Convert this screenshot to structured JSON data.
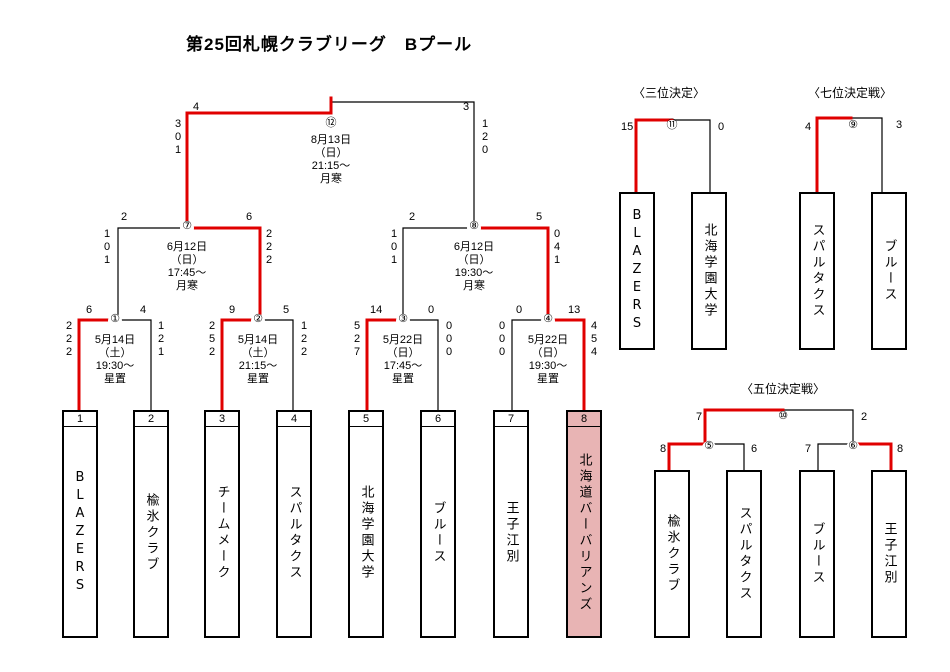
{
  "title": "第25回札幌クラブリーグ　Bプール",
  "headings": {
    "third": "〈三位決定〉",
    "seventh": "〈七位決定戦〉",
    "fifth": "〈五位決定戦〉"
  },
  "teams": [
    {
      "num": "1",
      "name": "BLAZERS"
    },
    {
      "num": "2",
      "name": "楡氷クラブ"
    },
    {
      "num": "3",
      "name": "チームメーク"
    },
    {
      "num": "4",
      "name": "スパルタクス"
    },
    {
      "num": "5",
      "name": "北海学園大学"
    },
    {
      "num": "6",
      "name": "ブルース"
    },
    {
      "num": "7",
      "name": "王子江別"
    },
    {
      "num": "8",
      "name": "北海道バーバリアンズ"
    }
  ],
  "matches": {
    "m1": {
      "id": "①",
      "date": "5月14日",
      "dow": "（土）",
      "time": "19:30～",
      "venue": "星置",
      "left": "6",
      "right": "4",
      "lsets": [
        "2",
        "2",
        "2"
      ],
      "rsets": [
        "1",
        "2",
        "1"
      ]
    },
    "m2": {
      "id": "②",
      "date": "5月14日",
      "dow": "（土）",
      "time": "21:15～",
      "venue": "星置",
      "left": "9",
      "right": "5",
      "lsets": [
        "2",
        "5",
        "2"
      ],
      "rsets": [
        "1",
        "2",
        "2"
      ]
    },
    "m3": {
      "id": "③",
      "date": "5月22日",
      "dow": "（日）",
      "time": "17:45～",
      "venue": "星置",
      "left": "14",
      "right": "0",
      "lsets": [
        "5",
        "2",
        "7"
      ],
      "rsets": [
        "0",
        "0",
        "0"
      ]
    },
    "m4": {
      "id": "④",
      "date": "5月22日",
      "dow": "（日）",
      "time": "19:30～",
      "venue": "星置",
      "left": "0",
      "right": "13",
      "lsets": [
        "0",
        "0",
        "0"
      ],
      "rsets": [
        "4",
        "5",
        "4"
      ]
    },
    "m7": {
      "id": "⑦",
      "date": "6月12日",
      "dow": "（日）",
      "time": "17:45～",
      "venue": "月寒",
      "left": "2",
      "right": "6",
      "lsets": [
        "1",
        "0",
        "1"
      ],
      "rsets": [
        "2",
        "2",
        "2"
      ]
    },
    "m8": {
      "id": "⑧",
      "date": "6月12日",
      "dow": "（日）",
      "time": "19:30～",
      "venue": "月寒",
      "left": "2",
      "right": "5",
      "lsets": [
        "1",
        "0",
        "1"
      ],
      "rsets": [
        "0",
        "4",
        "1"
      ]
    },
    "m12": {
      "id": "⑫",
      "date": "8月13日",
      "dow": "（日）",
      "time": "21:15～",
      "venue": "月寒",
      "left": "4",
      "right": "3",
      "lsets": [
        "3",
        "0",
        "1"
      ],
      "rsets": [
        "1",
        "2",
        "0"
      ]
    },
    "m11": {
      "id": "⑪",
      "left": "15",
      "right": "0"
    },
    "m9": {
      "id": "⑨",
      "left": "4",
      "right": "3"
    },
    "m10": {
      "id": "⑩",
      "left": "7",
      "right": "2"
    },
    "m5": {
      "id": "⑤",
      "left": "8",
      "right": "6"
    },
    "m6": {
      "id": "⑥",
      "left": "7",
      "right": "8"
    }
  },
  "side": {
    "third": [
      "BLAZERS",
      "北海学園大学"
    ],
    "seventh": [
      "スパルタクス",
      "ブルース"
    ],
    "fifth": [
      "楡氷クラブ",
      "スパルタクス",
      "ブルース",
      "王子江別"
    ]
  },
  "colors": {
    "win_line": "#e00000",
    "highlight": "#e8b4b4"
  }
}
